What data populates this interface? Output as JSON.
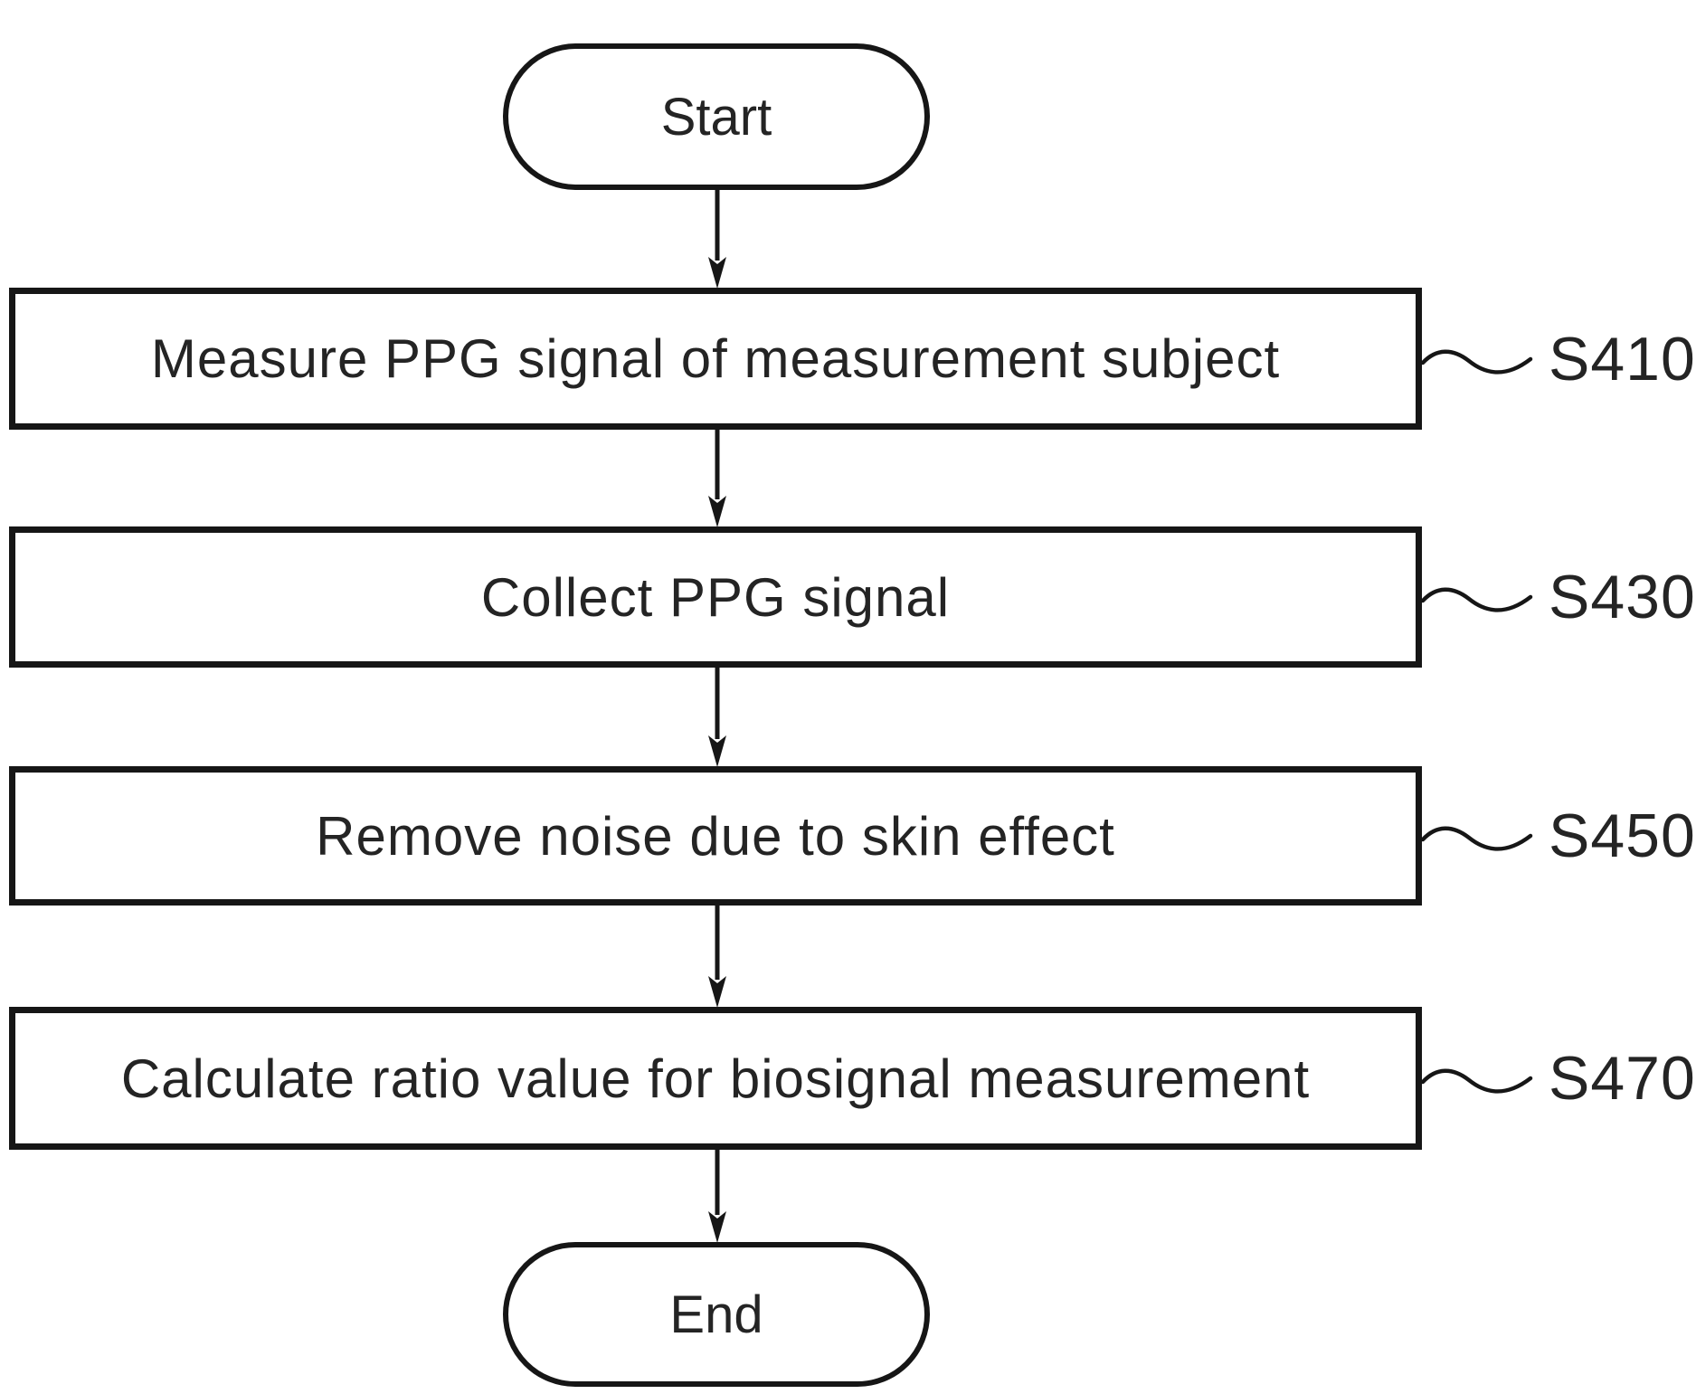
{
  "diagram": {
    "type": "flowchart",
    "colors": {
      "stroke": "#161616",
      "text": "#242424",
      "background": "#ffffff"
    },
    "start": {
      "label": "Start"
    },
    "end": {
      "label": "End"
    },
    "steps": [
      {
        "label": "Measure PPG signal of measurement subject",
        "step_id": "S410"
      },
      {
        "label": "Collect PPG signal",
        "step_id": "S430"
      },
      {
        "label": "Remove noise due to skin effect",
        "step_id": "S450"
      },
      {
        "label": "Calculate ratio value for biosignal measurement",
        "step_id": "S470"
      }
    ]
  }
}
